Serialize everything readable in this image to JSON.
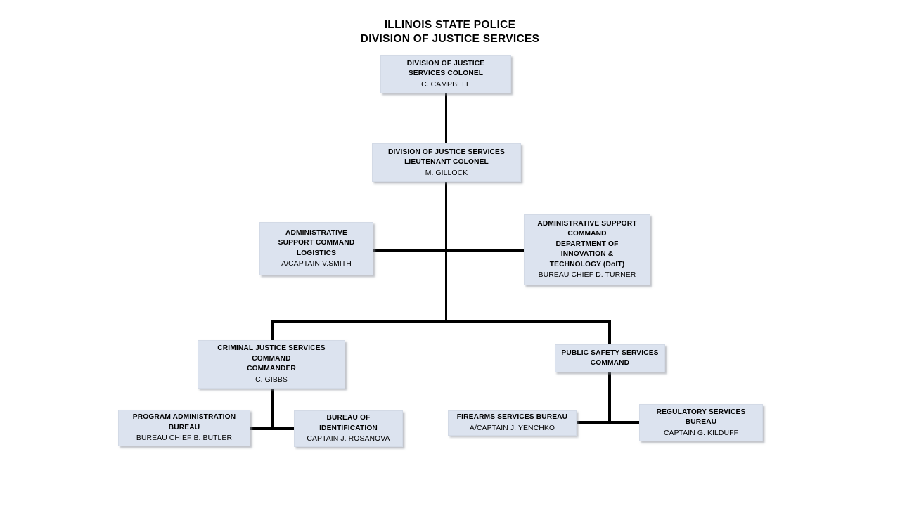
{
  "header": {
    "title_line1": "ILLINOIS STATE POLICE",
    "title_line2": "DIVISION OF JUSTICE SERVICES"
  },
  "chart_data": {
    "type": "diagram",
    "diagram_kind": "organization-chart",
    "title": "ILLINOIS STATE POLICE DIVISION OF JUSTICE SERVICES",
    "accent_fill": "#dce3ef",
    "line_color": "#000000",
    "nodes": [
      {
        "id": "colonel",
        "title": "DIVISION  OF JUSTICE\nSERVICES  COLONEL",
        "name": "C. CAMPBELL",
        "level": 0
      },
      {
        "id": "lt-colonel",
        "title": "DIVISION  OF JUSTICE  SERVICES\nLIEUTENANT  COLONEL",
        "name": "M. GILLOCK",
        "level": 1
      },
      {
        "id": "asc-logistics",
        "title": "ADMINISTRATIVE\nSUPPORT  COMMAND\nLOGISTICS",
        "name": "A/CAPTAIN  V.SMITH",
        "level": 2
      },
      {
        "id": "asc-doit",
        "title": "ADMINISTRATIVE  SUPPORT\nCOMMAND\nDEPARTMENT  OF\nINNOVATION &\nTECHNOLOGY (DoIT)",
        "name": "BUREAU  CHIEF D. TURNER",
        "level": 2
      },
      {
        "id": "criminal-justice-services",
        "title": "CRIMINAL  JUSTICE  SERVICES\nCOMMAND\nCOMMANDER",
        "name": "C. GIBBS",
        "level": 3
      },
      {
        "id": "public-safety-services",
        "title": "PUBLIC SAFETY  SERVICES\nCOMMAND",
        "name": "",
        "level": 3
      },
      {
        "id": "program-administration-bureau",
        "title": "PROGRAM  ADMINISTRATION\nBUREAU",
        "name": "BUREAU  CHIEF B. BUTLER",
        "level": 4
      },
      {
        "id": "bureau-of-identification",
        "title": "BUREAU  OF\nIDENTIFICATION",
        "name": "CAPTAIN  J. ROSANOVA",
        "level": 4
      },
      {
        "id": "firearms-services-bureau",
        "title": "FIREARMS  SERVICES  BUREAU",
        "name": "A/CAPTAIN  J. YENCHKO",
        "level": 4
      },
      {
        "id": "regulatory-services-bureau",
        "title": "REGULATORY  SERVICES\nBUREAU",
        "name": "CAPTAIN G. KILDUFF",
        "level": 4
      }
    ],
    "edges": [
      {
        "from": "colonel",
        "to": "lt-colonel"
      },
      {
        "from": "lt-colonel",
        "to": "asc-logistics"
      },
      {
        "from": "lt-colonel",
        "to": "asc-doit"
      },
      {
        "from": "lt-colonel",
        "to": "criminal-justice-services"
      },
      {
        "from": "lt-colonel",
        "to": "public-safety-services"
      },
      {
        "from": "criminal-justice-services",
        "to": "program-administration-bureau"
      },
      {
        "from": "criminal-justice-services",
        "to": "bureau-of-identification"
      },
      {
        "from": "public-safety-services",
        "to": "firearms-services-bureau"
      },
      {
        "from": "public-safety-services",
        "to": "regulatory-services-bureau"
      }
    ]
  }
}
